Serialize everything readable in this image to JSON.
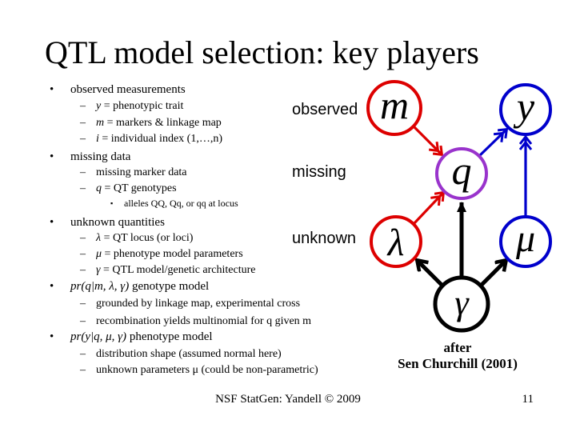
{
  "title": "QTL model selection: key players",
  "outline": {
    "rows": [
      {
        "text": "observed measurements"
      },
      {
        "sym": "y",
        "text": " = phenotypic trait"
      },
      {
        "sym": "m",
        "text": " = markers & linkage map"
      },
      {
        "sym": "i",
        "text": " = individual index (1,…,n)"
      },
      {
        "text": "missing data"
      },
      {
        "text": "missing marker data"
      },
      {
        "sym": "q",
        "text": " = QT genotypes"
      },
      {
        "text": "alleles QQ, Qq, or qq at locus"
      },
      {
        "text": "unknown quantities"
      },
      {
        "sym": "λ",
        "text": " = QT locus (or loci)"
      },
      {
        "sym": "μ",
        "text": " = phenotype model parameters"
      },
      {
        "sym": "γ",
        "text": " = QTL model/genetic architecture"
      },
      {
        "sym": "pr(q|m, λ, γ)",
        "text": " genotype model"
      },
      {
        "text": "grounded by linkage map, experimental cross"
      },
      {
        "text": "recombination yields multinomial for q given m"
      },
      {
        "sym": "pr(y|q, μ, γ)",
        "text": " phenotype model"
      },
      {
        "text": "distribution shape (assumed normal here)"
      },
      {
        "text": "unknown parameters μ (could be non-parametric)"
      }
    ]
  },
  "diagram": {
    "row_labels": [
      "observed",
      "missing",
      "unknown"
    ],
    "nodes": [
      {
        "id": "m",
        "symbol": "m",
        "color": "#dd0000",
        "group": "observed"
      },
      {
        "id": "y",
        "symbol": "y",
        "color": "#0000cc",
        "group": "observed"
      },
      {
        "id": "q",
        "symbol": "q",
        "color": "#9933cc",
        "group": "missing"
      },
      {
        "id": "lambda",
        "symbol": "λ",
        "color": "#dd0000",
        "group": "unknown"
      },
      {
        "id": "mu",
        "symbol": "μ",
        "color": "#0000cc",
        "group": "unknown"
      },
      {
        "id": "gamma",
        "symbol": "γ",
        "color": "#000000",
        "group": "unknown"
      }
    ],
    "edges": [
      {
        "from": "m",
        "to": "q",
        "color": "#dd0000"
      },
      {
        "from": "lambda",
        "to": "q",
        "color": "#dd0000"
      },
      {
        "from": "q",
        "to": "y",
        "color": "#0000cc"
      },
      {
        "from": "mu",
        "to": "y",
        "color": "#0000cc"
      },
      {
        "from": "gamma",
        "to": "q",
        "color": "#000000"
      },
      {
        "from": "gamma",
        "to": "lambda",
        "color": "#000000"
      },
      {
        "from": "gamma",
        "to": "mu",
        "color": "#000000"
      }
    ],
    "attribution": [
      "after",
      "Sen Churchill (2001)"
    ]
  },
  "footer": {
    "credit": "NSF StatGen: Yandell © 2009",
    "page": "11"
  },
  "colors": {
    "red": "#dd0000",
    "blue": "#0000cc",
    "purple": "#9933cc",
    "black": "#000000"
  }
}
